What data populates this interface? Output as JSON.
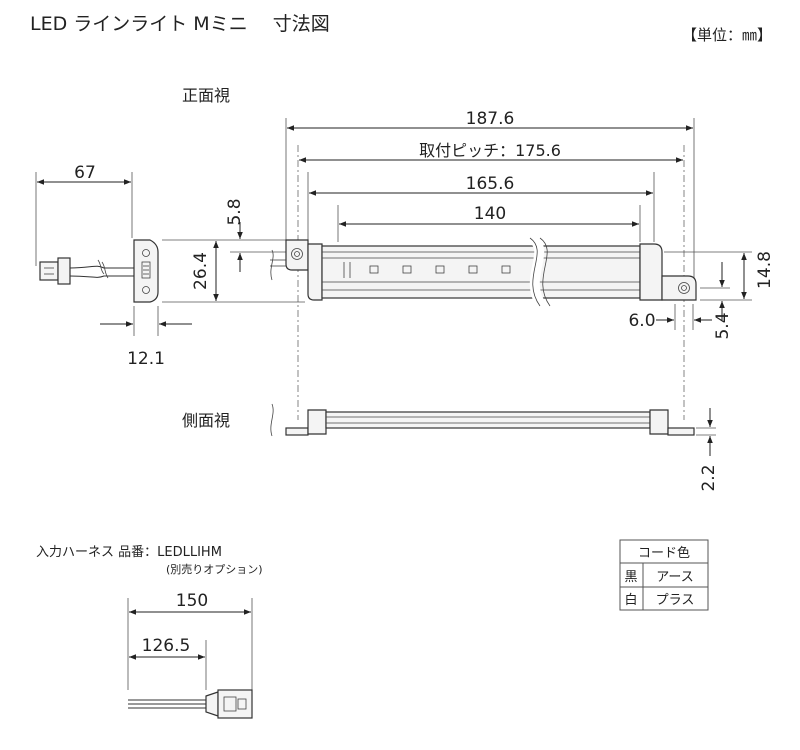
{
  "header": {
    "title": "LED ラインライト Mミニ　 寸法図",
    "unit": "【単位：㎜】"
  },
  "views": {
    "front": "正面視",
    "side": "側面視"
  },
  "dimensions": {
    "overall": "187.6",
    "mount_pitch": "取付ピッチ：175.6",
    "body": "165.6",
    "led_span": "140",
    "end_width": "67",
    "height_left": "26.4",
    "hole_offset": "5.8",
    "end_thickness": "12.1",
    "height_right": "14.8",
    "tab_length": "6.0",
    "tab_height": "5.4",
    "side_tab": "2.2"
  },
  "harness": {
    "label": "入力ハーネス  品番：LEDLLIHM",
    "option_note": "(別売りオプション)",
    "length_total": "150",
    "length_partial": "126.5"
  },
  "cord_table": {
    "header": "コード色",
    "rows": [
      {
        "color": "黒",
        "meaning": "アース"
      },
      {
        "color": "白",
        "meaning": "プラス"
      }
    ]
  }
}
